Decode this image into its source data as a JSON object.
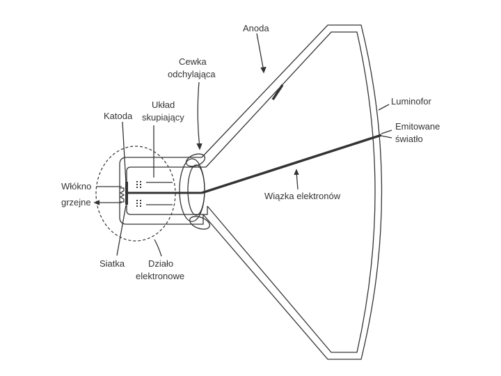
{
  "labels": {
    "anoda": "Anoda",
    "cewka_line1": "Cewka",
    "cewka_line2": "odchylająca",
    "uklad_line1": "Układ",
    "uklad_line2": "skupiający",
    "katoda": "Katoda",
    "luminofor": "Luminofor",
    "emitowane_line1": "Emitowane",
    "emitowane_line2": "światło",
    "wlokno_line1": "Włókno",
    "wlokno_line2": "grzejne",
    "wiazka": "Wiązka elektronów",
    "siatka": "Siatka",
    "dzialo_line1": "Działo",
    "dzialo_line2": "elektronowe"
  },
  "colors": {
    "ink": "#333333",
    "background": "#ffffff"
  }
}
